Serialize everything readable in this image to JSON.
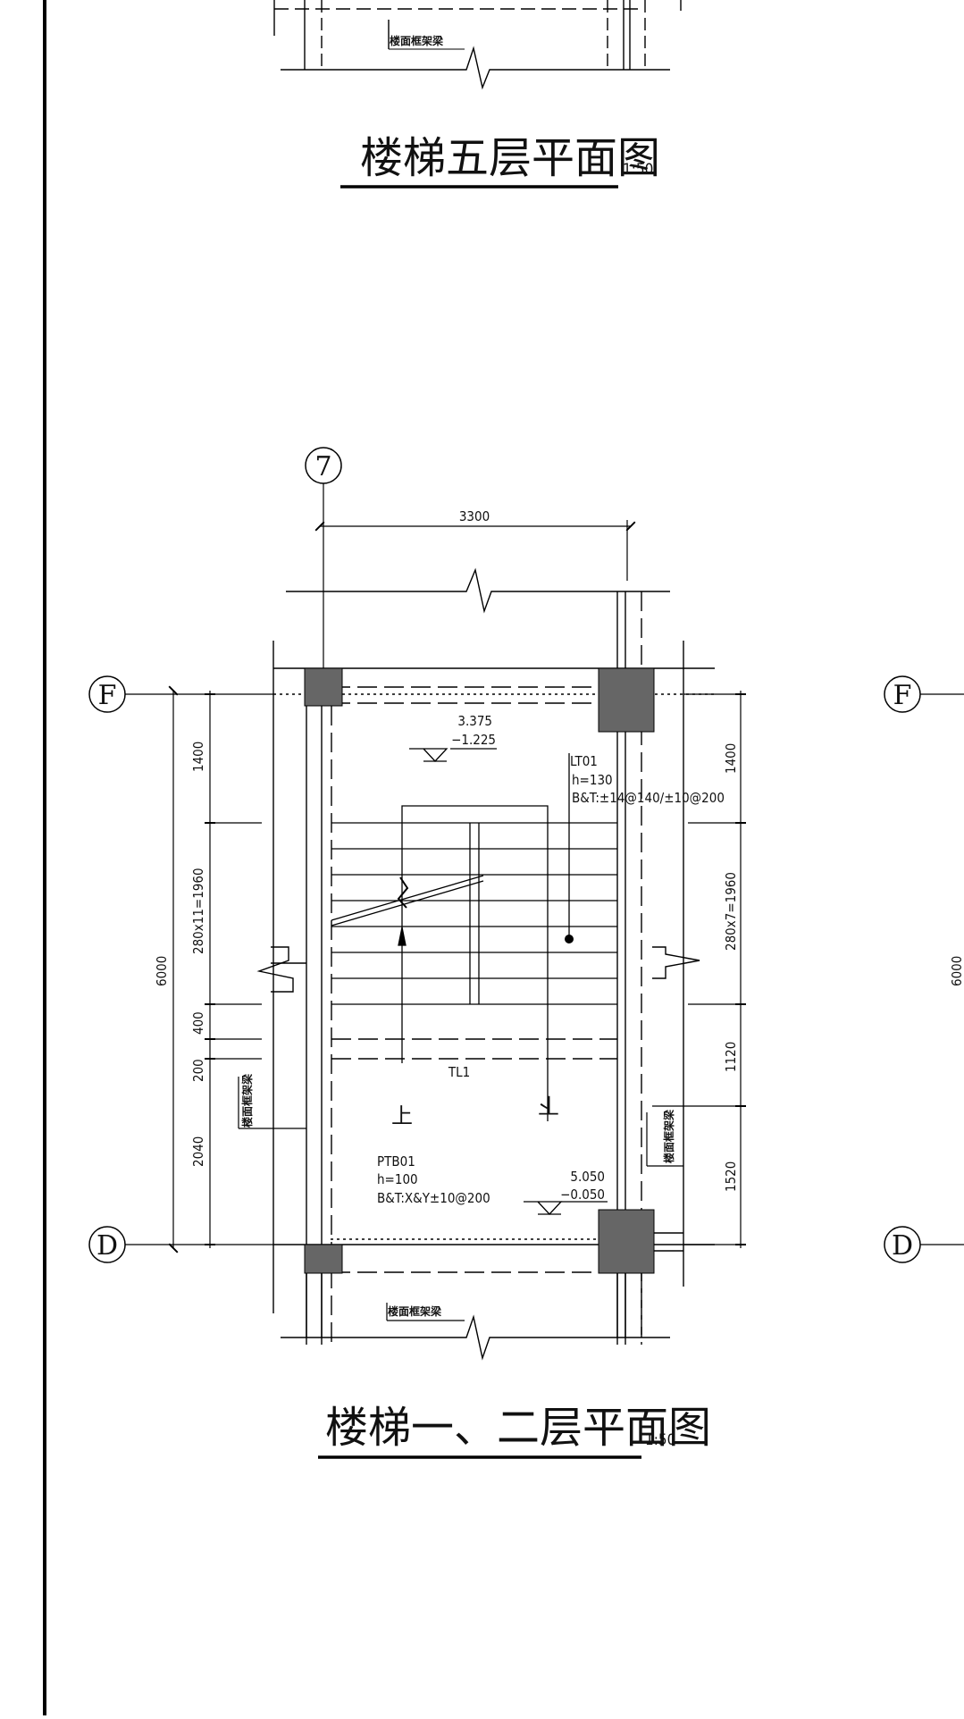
{
  "drawing": {
    "top_plan": {
      "title": "楼梯五层平面图",
      "scale": "1:50",
      "beam_label": "楼面框架梁"
    },
    "main_plan": {
      "title": "楼梯一、二层平面图",
      "scale": "1:50",
      "beam_label_top": "楼面框架梁",
      "beam_label_left": "楼面框架梁",
      "beam_label_right": "楼面框架梁",
      "axis_col": "7",
      "axis_rows": [
        "F",
        "D"
      ],
      "dim_width": "3300",
      "dims_left": {
        "total": "6000",
        "seg1": "1400",
        "seg2": "280x11=1960",
        "seg3": "400",
        "seg4": "200",
        "seg5": "2040"
      },
      "dims_right": {
        "seg1": "1400",
        "seg2": "280x7=1960",
        "seg3": "1120",
        "seg4": "1520"
      },
      "level_top": {
        "upper": "3.375",
        "lower": "−1.225"
      },
      "level_bottom": {
        "upper": "5.050",
        "lower": "−0.050"
      },
      "stair_slab": {
        "name": "LT01",
        "thickness": "h=130",
        "reinforcement": "B&T:±14@140/±10@200"
      },
      "landing_slab": {
        "name": "PTB01",
        "thickness": "h=100",
        "reinforcement": "B&T:X&Y±10@200"
      },
      "beam_tag": "TL1",
      "up_label": "上",
      "down_label": "下"
    },
    "right_partial": {
      "axis_rows": [
        "F",
        "D"
      ],
      "dim_total": "6000"
    }
  }
}
